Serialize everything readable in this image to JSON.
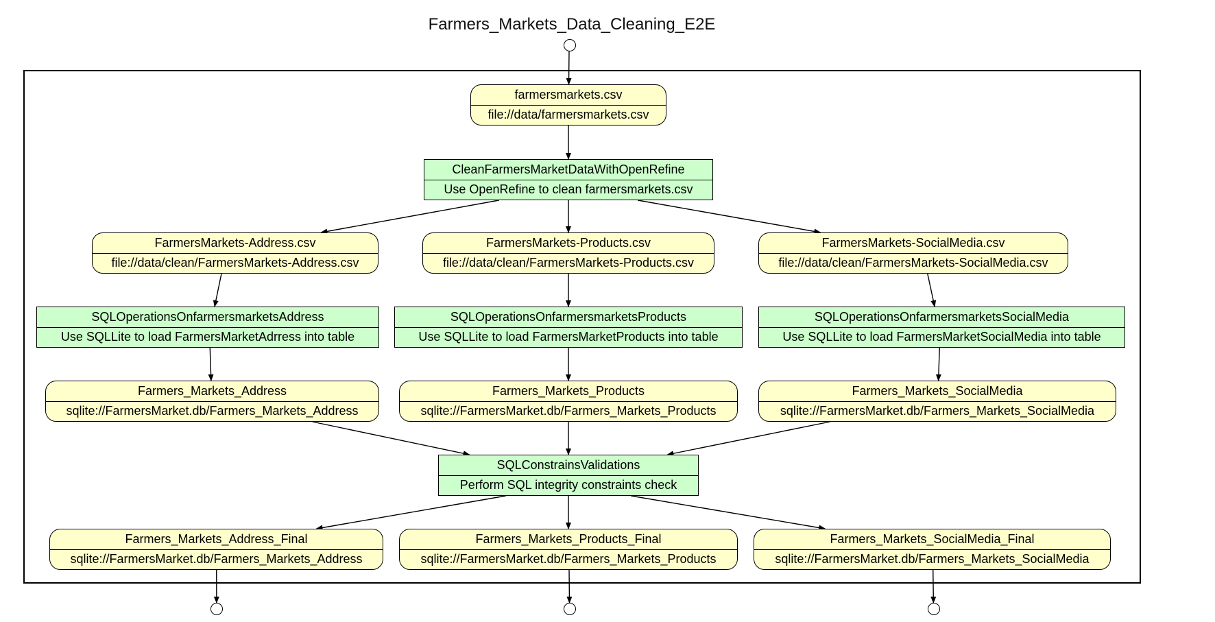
{
  "title": "Farmers_Markets_Data_Cleaning_E2E",
  "colors": {
    "data_fill": "#ffffcc",
    "program_fill": "#ccffcc",
    "line": "#000000"
  },
  "nodes": {
    "farmersmarkets_csv": {
      "name": "farmersmarkets.csv",
      "uri": "file://data/farmersmarkets.csv"
    },
    "clean_program": {
      "name": "CleanFarmersMarketDataWithOpenRefine",
      "desc": "Use OpenRefine to clean farmersmarkets.csv"
    },
    "address_csv": {
      "name": "FarmersMarkets-Address.csv",
      "uri": "file://data/clean/FarmersMarkets-Address.csv"
    },
    "products_csv": {
      "name": "FarmersMarkets-Products.csv",
      "uri": "file://data/clean/FarmersMarkets-Products.csv"
    },
    "socialmedia_csv": {
      "name": "FarmersMarkets-SocialMedia.csv",
      "uri": "file://data/clean/FarmersMarkets-SocialMedia.csv"
    },
    "sql_address": {
      "name": "SQLOperationsOnfarmersmarketsAddress",
      "desc": "Use SQLLite to load FarmersMarketAdrress into table"
    },
    "sql_products": {
      "name": "SQLOperationsOnfarmersmarketsProducts",
      "desc": "Use SQLLite to load FarmersMarketProducts into table"
    },
    "sql_socialmedia": {
      "name": "SQLOperationsOnfarmersmarketsSocialMedia",
      "desc": "Use SQLLite to load FarmersMarketSocialMedia into table"
    },
    "address_table": {
      "name": "Farmers_Markets_Address",
      "uri": "sqlite://FarmersMarket.db/Farmers_Markets_Address"
    },
    "products_table": {
      "name": "Farmers_Markets_Products",
      "uri": "sqlite://FarmersMarket.db/Farmers_Markets_Products"
    },
    "socialmedia_table": {
      "name": "Farmers_Markets_SocialMedia",
      "uri": "sqlite://FarmersMarket.db/Farmers_Markets_SocialMedia"
    },
    "validations": {
      "name": "SQLConstrainsValidations",
      "desc": "Perform SQL integrity constraints check"
    },
    "address_final": {
      "name": "Farmers_Markets_Address_Final",
      "uri": "sqlite://FarmersMarket.db/Farmers_Markets_Address"
    },
    "products_final": {
      "name": "Farmers_Markets_Products_Final",
      "uri": "sqlite://FarmersMarket.db/Farmers_Markets_Products"
    },
    "socialmedia_final": {
      "name": "Farmers_Markets_SocialMedia_Final",
      "uri": "sqlite://FarmersMarket.db/Farmers_Markets_SocialMedia"
    }
  },
  "edges": [
    [
      "input_port",
      "farmersmarkets_csv"
    ],
    [
      "farmersmarkets_csv",
      "clean_program"
    ],
    [
      "clean_program",
      "address_csv"
    ],
    [
      "clean_program",
      "products_csv"
    ],
    [
      "clean_program",
      "socialmedia_csv"
    ],
    [
      "address_csv",
      "sql_address"
    ],
    [
      "products_csv",
      "sql_products"
    ],
    [
      "socialmedia_csv",
      "sql_socialmedia"
    ],
    [
      "sql_address",
      "address_table"
    ],
    [
      "sql_products",
      "products_table"
    ],
    [
      "sql_socialmedia",
      "socialmedia_table"
    ],
    [
      "address_table",
      "validations"
    ],
    [
      "products_table",
      "validations"
    ],
    [
      "socialmedia_table",
      "validations"
    ],
    [
      "validations",
      "address_final"
    ],
    [
      "validations",
      "products_final"
    ],
    [
      "validations",
      "socialmedia_final"
    ],
    [
      "address_final",
      "output_port_address"
    ],
    [
      "products_final",
      "output_port_products"
    ],
    [
      "socialmedia_final",
      "output_port_socialmedia"
    ]
  ]
}
